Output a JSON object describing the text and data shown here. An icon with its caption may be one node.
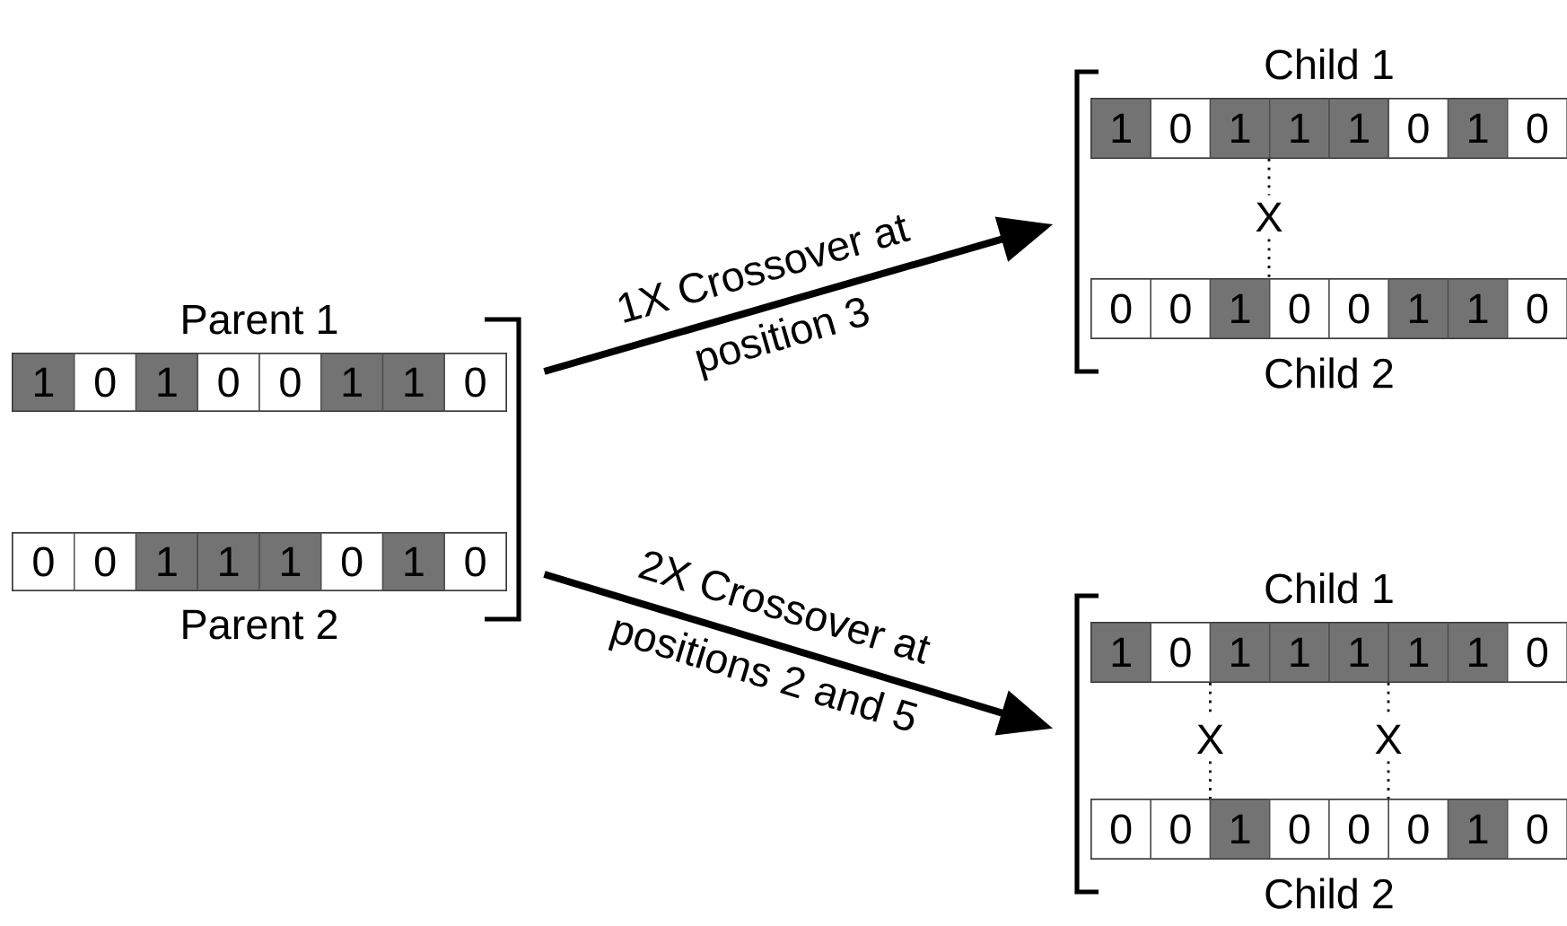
{
  "diagram": {
    "nodes": [
      {
        "text": [],
        "shape": "bracket"
      },
      {
        "text": [
          "Parent 1"
        ]
      },
      {
        "text": [
          "1"
        ],
        "in": 1
      },
      {
        "text": [
          "0"
        ],
        "in": 1
      },
      {
        "text": [
          "1"
        ],
        "in": 1
      },
      {
        "text": [
          "0"
        ],
        "in": 1
      },
      {
        "text": [
          "0"
        ],
        "in": 1
      },
      {
        "text": [
          "1"
        ],
        "in": 1
      },
      {
        "text": [
          "1"
        ],
        "in": 1
      },
      {
        "text": [
          "0"
        ],
        "in": 1
      },
      {
        "text": [
          "Parent 2"
        ]
      },
      {
        "text": [
          "0"
        ],
        "in": 10
      },
      {
        "text": [
          "0"
        ],
        "in": 10
      },
      {
        "text": [
          "1"
        ],
        "in": 10
      },
      {
        "text": [
          "1"
        ],
        "in": 10
      },
      {
        "text": [
          "1"
        ],
        "in": 10
      },
      {
        "text": [
          "0"
        ],
        "in": 10
      },
      {
        "text": [
          "1"
        ],
        "in": 10
      },
      {
        "text": [
          "0"
        ],
        "in": 10
      },
      {
        "text": [],
        "shape": "bracket"
      },
      {
        "text": [
          "Child 1"
        ]
      },
      {
        "text": [
          "1"
        ],
        "in": 20
      },
      {
        "text": [
          "0"
        ],
        "in": 20
      },
      {
        "text": [
          "1"
        ],
        "in": 20
      },
      {
        "text": [
          "1"
        ],
        "in": 20
      },
      {
        "text": [
          "1"
        ],
        "in": 20
      },
      {
        "text": [
          "0"
        ],
        "in": 20
      },
      {
        "text": [
          "1"
        ],
        "in": 20
      },
      {
        "text": [
          "0"
        ],
        "in": 20
      },
      {
        "text": [
          "Child 2"
        ]
      },
      {
        "text": [
          "0"
        ],
        "in": 29
      },
      {
        "text": [
          "0"
        ],
        "in": 29
      },
      {
        "text": [
          "1"
        ],
        "in": 29
      },
      {
        "text": [
          "0"
        ],
        "in": 29
      },
      {
        "text": [
          "0"
        ],
        "in": 29
      },
      {
        "text": [
          "1"
        ],
        "in": 29
      },
      {
        "text": [
          "1"
        ],
        "in": 29
      },
      {
        "text": [
          "0"
        ],
        "in": 29
      },
      {
        "text": [],
        "shape": "bracket"
      },
      {
        "text": [
          "Child 1"
        ]
      },
      {
        "text": [
          "1"
        ],
        "in": 39
      },
      {
        "text": [
          "0"
        ],
        "in": 39
      },
      {
        "text": [
          "1"
        ],
        "in": 39
      },
      {
        "text": [
          "1"
        ],
        "in": 39
      },
      {
        "text": [
          "1"
        ],
        "in": 39
      },
      {
        "text": [
          "1"
        ],
        "in": 39
      },
      {
        "text": [
          "1"
        ],
        "in": 39
      },
      {
        "text": [
          "0"
        ],
        "in": 39
      },
      {
        "text": [
          "Child 2"
        ]
      },
      {
        "text": [
          "0"
        ],
        "in": 48
      },
      {
        "text": [
          "0"
        ],
        "in": 48
      },
      {
        "text": [
          "1"
        ],
        "in": 48
      },
      {
        "text": [
          "0"
        ],
        "in": 48
      },
      {
        "text": [
          "0"
        ],
        "in": 48
      },
      {
        "text": [
          "0"
        ],
        "in": 48
      },
      {
        "text": [
          "1"
        ],
        "in": 48
      },
      {
        "text": [
          "0"
        ],
        "in": 48
      },
      {
        "text": [
          "X"
        ]
      },
      {
        "text": [
          "X"
        ]
      },
      {
        "text": [
          "X"
        ]
      }
    ],
    "edges": [
      {
        "from": 0,
        "to": 19,
        "arrow": "to",
        "label": "1X Crossover at position 3",
        "style": "thick"
      },
      {
        "from": 0,
        "to": 38,
        "arrow": "to",
        "label": "2X Crossover at positions 2 and 5",
        "style": "thick"
      },
      {
        "from": 20,
        "to": 57,
        "arrow": "none",
        "style": "dashed"
      },
      {
        "from": 57,
        "to": 29,
        "arrow": "none",
        "style": "dashed"
      },
      {
        "from": 39,
        "to": 58,
        "arrow": "none",
        "style": "dashed"
      },
      {
        "from": 58,
        "to": 48,
        "arrow": "none",
        "style": "dashed"
      },
      {
        "from": 39,
        "to": 59,
        "arrow": "none",
        "style": "dashed"
      },
      {
        "from": 59,
        "to": 48,
        "arrow": "none",
        "style": "dashed"
      }
    ]
  }
}
